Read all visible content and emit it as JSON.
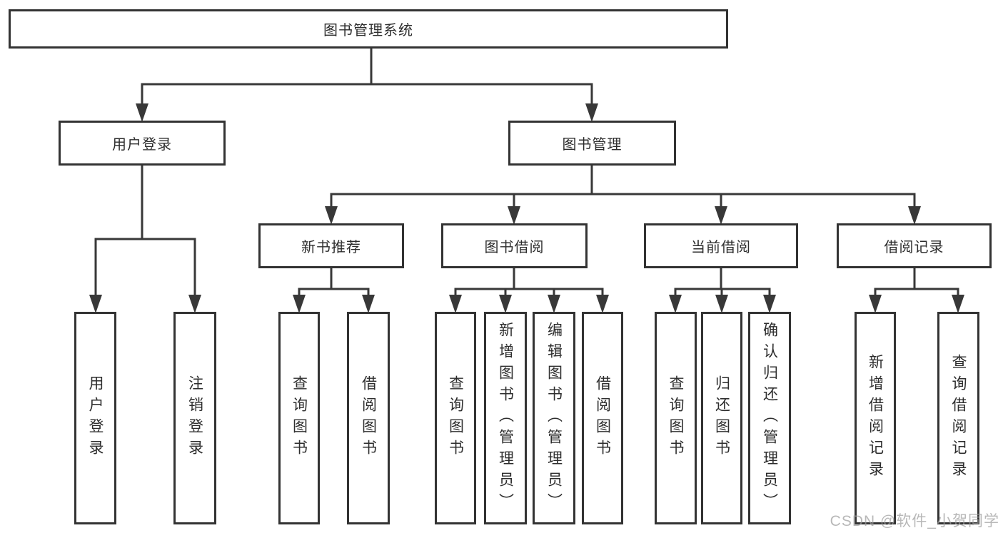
{
  "watermark": "CSDN @软件_小贺同学",
  "tree": {
    "root": {
      "label": "图书管理系统"
    },
    "login": {
      "label": "用户登录",
      "children": [
        {
          "label": "用户登录"
        },
        {
          "label": "注销登录"
        }
      ]
    },
    "management": {
      "label": "图书管理",
      "groups": [
        {
          "label": "新书推荐",
          "children": [
            {
              "label": "查询图书"
            },
            {
              "label": "借阅图书"
            }
          ]
        },
        {
          "label": "图书借阅",
          "children": [
            {
              "label": "查询图书"
            },
            {
              "label": "新增图书（管理员）"
            },
            {
              "label": "编辑图书（管理员）"
            },
            {
              "label": "借阅图书"
            }
          ]
        },
        {
          "label": "当前借阅",
          "children": [
            {
              "label": "查询图书"
            },
            {
              "label": "归还图书"
            },
            {
              "label": "确认归还（管理员）"
            }
          ]
        },
        {
          "label": "借阅记录",
          "children": [
            {
              "label": "新增借阅记录"
            },
            {
              "label": "查询借阅记录"
            }
          ]
        }
      ]
    }
  }
}
